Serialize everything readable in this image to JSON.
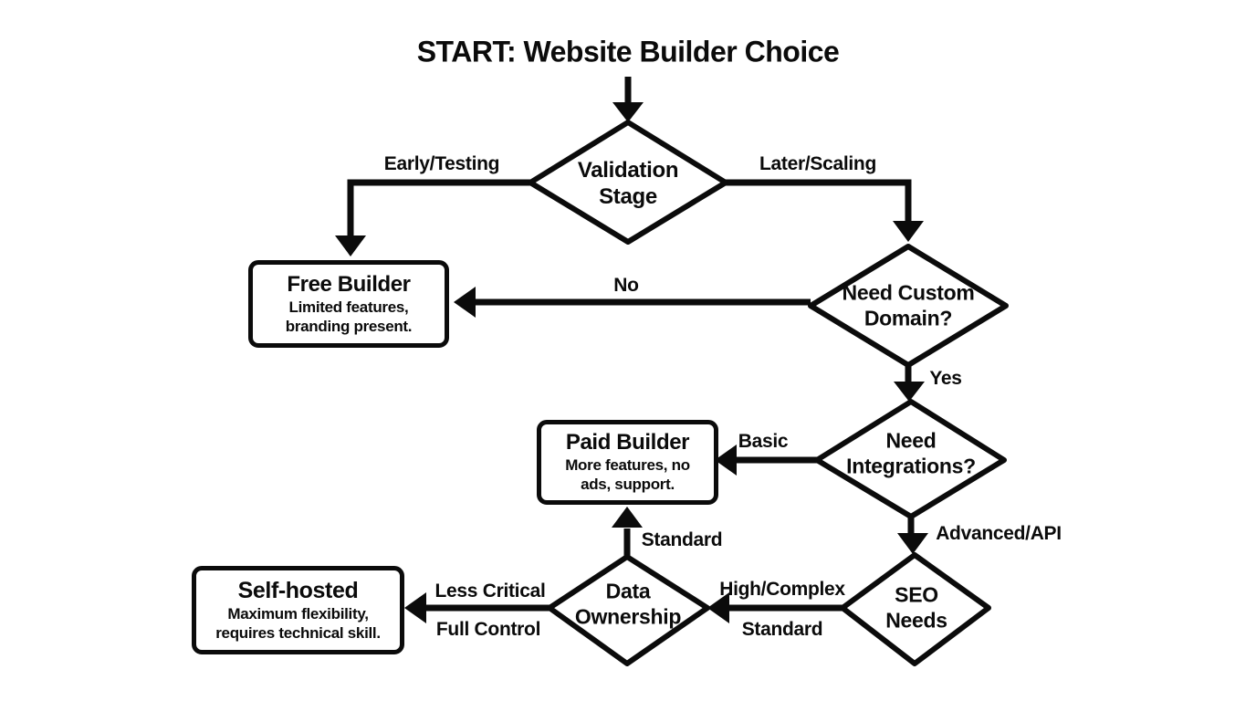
{
  "title": "START: Website Builder Choice",
  "colors": {
    "ink": "#0b0b0b",
    "background": "#ffffff"
  },
  "nodes": {
    "validation_stage": {
      "label": "Validation\nStage"
    },
    "need_custom_domain": {
      "label": "Need Custom\nDomain?"
    },
    "need_integrations": {
      "label": "Need\nIntegrations?"
    },
    "seo_needs": {
      "label": "SEO\nNeeds"
    },
    "data_ownership": {
      "label": "Data\nOwnership"
    },
    "free_builder": {
      "title": "Free Builder",
      "description": "Limited features,\nbranding present."
    },
    "paid_builder": {
      "title": "Paid Builder",
      "description": "More features, no\nads, support."
    },
    "self_hosted": {
      "title": "Self-hosted",
      "description": "Maximum flexibility,\nrequires technical skill."
    }
  },
  "edge_labels": {
    "early_testing": "Early/Testing",
    "later_scaling": "Later/Scaling",
    "no": "No",
    "yes": "Yes",
    "basic": "Basic",
    "advanced_api": "Advanced/API",
    "standard_to_paid": "Standard",
    "high_complex": "High/Complex",
    "standard_to_data": "Standard",
    "less_critical": "Less Critical",
    "full_control": "Full Control"
  }
}
